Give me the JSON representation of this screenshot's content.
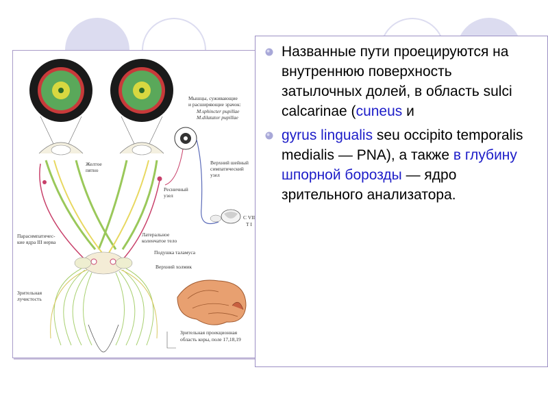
{
  "figure": {
    "labels": {
      "yellow_spot": [
        "Желтое",
        "пятно"
      ],
      "muscles": [
        "Мышцы, суживающие",
        "и расширяющие зрачок:",
        "M.sphincter pupillae",
        "M.dilatator pupillae"
      ],
      "ciliary_node": [
        "Ресничный",
        "узел"
      ],
      "cervical_node": [
        "Верхний шейный",
        "симпатический",
        "узел"
      ],
      "spinal_levels": [
        "C VIII",
        "T I"
      ],
      "parasympathetic": [
        "Парасимпатичес-",
        "кие ядра III нерва"
      ],
      "lgb": [
        "Латеральное",
        "коленчатое тело"
      ],
      "pulvinar": [
        "Подушка таламуса"
      ],
      "superior_colliculus": [
        "Верхний холмик"
      ],
      "optic_radiation": [
        "Зрительная",
        "лучистость"
      ],
      "cortex": [
        "Зрительная проекционная",
        "область коры, поле 17,18,19"
      ]
    }
  },
  "text": {
    "p1_a": "Названные пути проецируются на внутреннюю поверхность затылочных долей, в область sulci calcarinae (",
    "p1_hl": "cuneus",
    "p1_b": " и",
    "p2_hl1": "gyrus lingualis",
    "p2_a": " seu occipito temporalis medialis — PNA), а также ",
    "p2_hl2": "в глубину шпорной борозды",
    "p2_b": " — ядро зрительного анализатора."
  },
  "colors": {
    "accent": "#1c1cc8",
    "bullet": "#a8a8d8",
    "frame": "#9b8fc4"
  }
}
